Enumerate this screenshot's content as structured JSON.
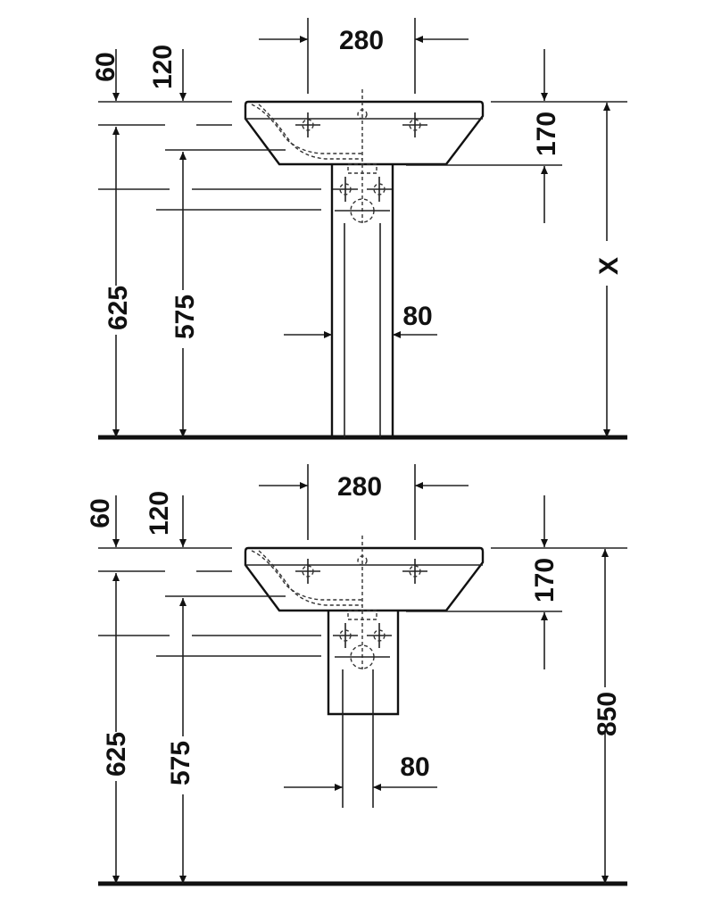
{
  "views": [
    {
      "name": "pedestal",
      "labels": {
        "width": "280",
        "d60": "60",
        "d120": "120",
        "d170": "170",
        "d625": "625",
        "d575": "575",
        "d80": "80",
        "height": "X"
      }
    },
    {
      "name": "semi-pedestal",
      "labels": {
        "width": "280",
        "d60": "60",
        "d120": "120",
        "d170": "170",
        "d625": "625",
        "d575": "575",
        "d80": "80",
        "height": "850"
      }
    }
  ]
}
